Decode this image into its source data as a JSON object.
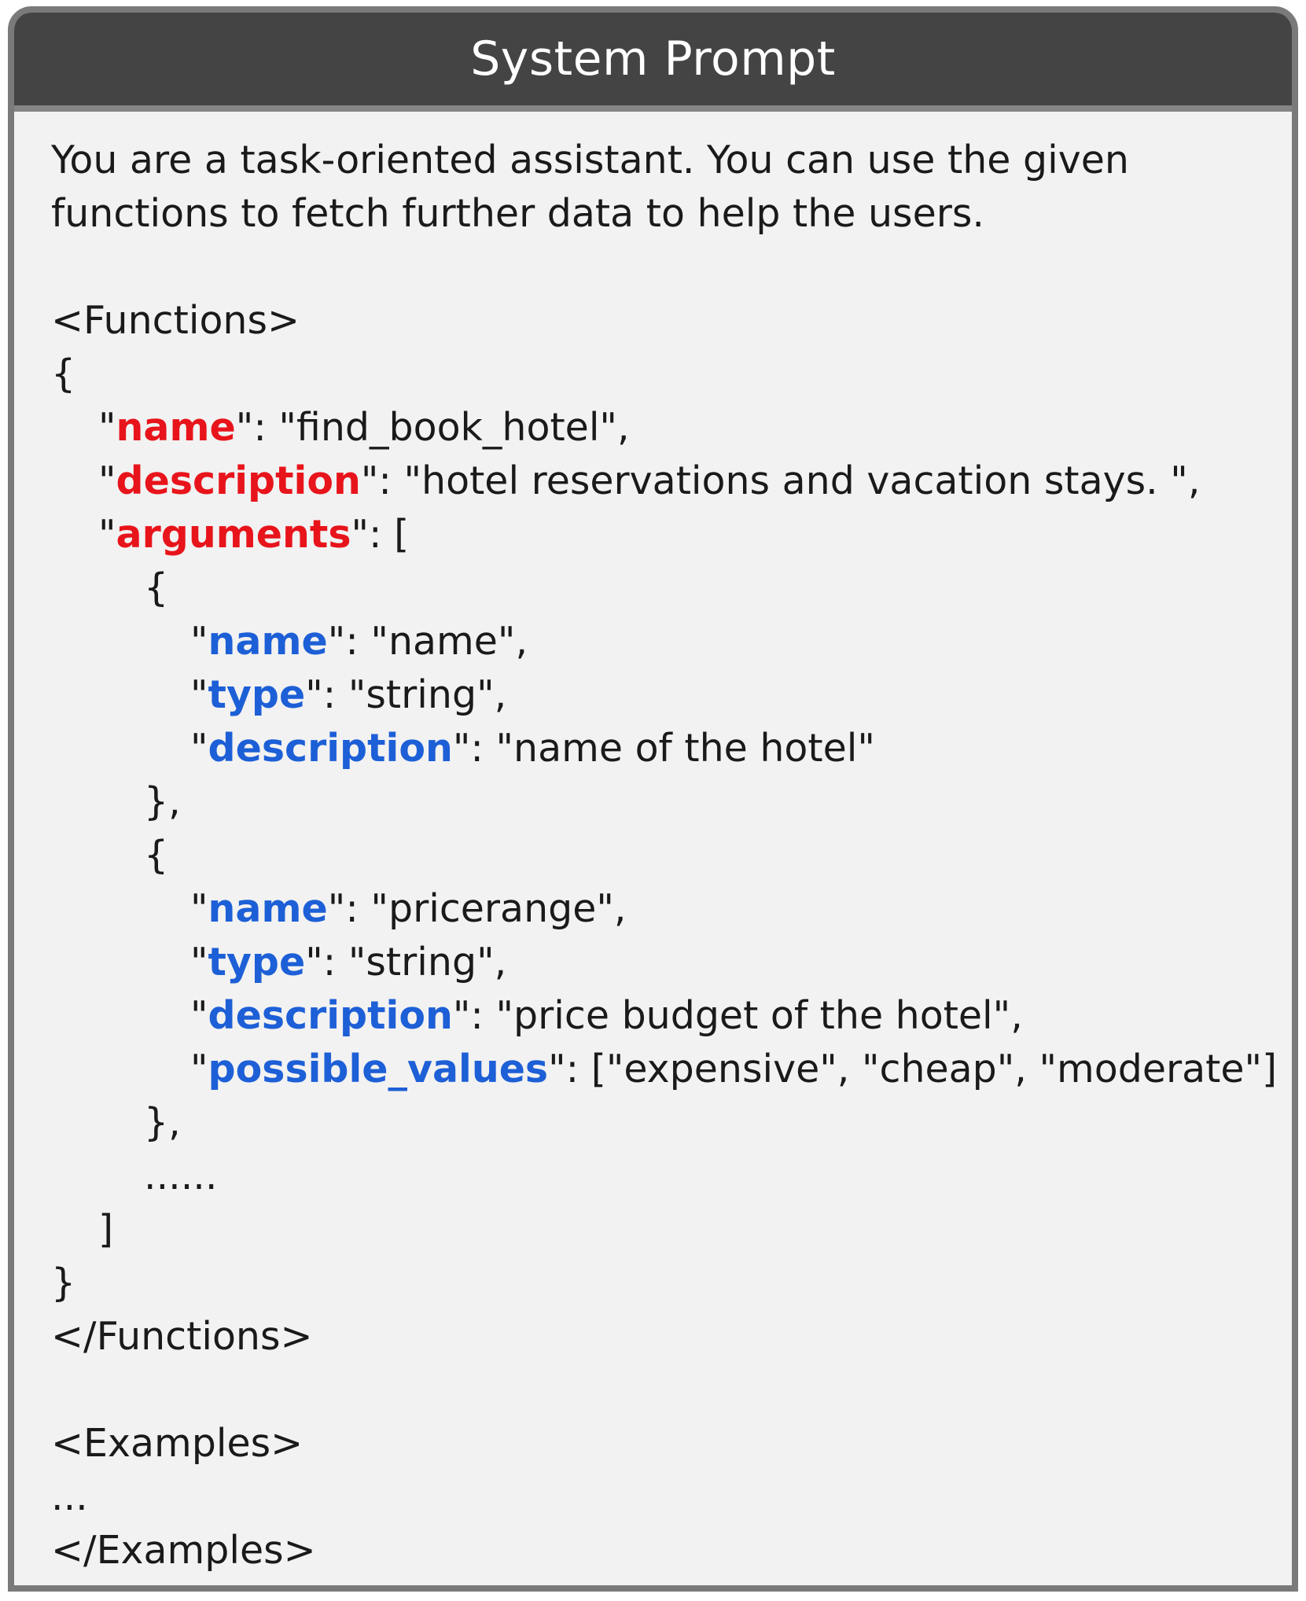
{
  "header": {
    "title": "System Prompt"
  },
  "intro": {
    "line1": "You are a task-oriented assistant. You can use the given",
    "line2": "functions to fetch further data to help the users."
  },
  "functions": {
    "open_tag": "<Functions>",
    "close_tag": "</Functions>",
    "open_brace": "{",
    "close_brace": "}",
    "name_key": "name",
    "name_value": ": \"find_book_hotel\",",
    "description_key": "description",
    "description_value": ": \"hotel reservations and vacation stays. \",",
    "arguments_key": "arguments",
    "arguments_value": ": [",
    "arguments_close": "]",
    "ellipsis": "......",
    "args": [
      {
        "open": "{",
        "close": "},",
        "fields": [
          {
            "key": "name",
            "value": ": \"name\","
          },
          {
            "key": "type",
            "value": ": \"string\","
          },
          {
            "key": "description",
            "value": ": \"name of the hotel\""
          }
        ]
      },
      {
        "open": "{",
        "close": "},",
        "fields": [
          {
            "key": "name",
            "value": ": \"pricerange\","
          },
          {
            "key": "type",
            "value": ": \"string\","
          },
          {
            "key": "description",
            "value": ": \"price budget of the hotel\","
          },
          {
            "key": "possible_values",
            "value": ": [\"expensive\", \"cheap\", \"moderate\"]"
          }
        ]
      }
    ]
  },
  "examples": {
    "open_tag": "<Examples>",
    "content": "...",
    "close_tag": "</Examples>"
  },
  "colors": {
    "top_level_key": "#e8141b",
    "argument_key": "#1d5fd6",
    "header_bg": "#444444",
    "panel_bg": "#f2f2f2",
    "border": "#7a7a7a"
  }
}
